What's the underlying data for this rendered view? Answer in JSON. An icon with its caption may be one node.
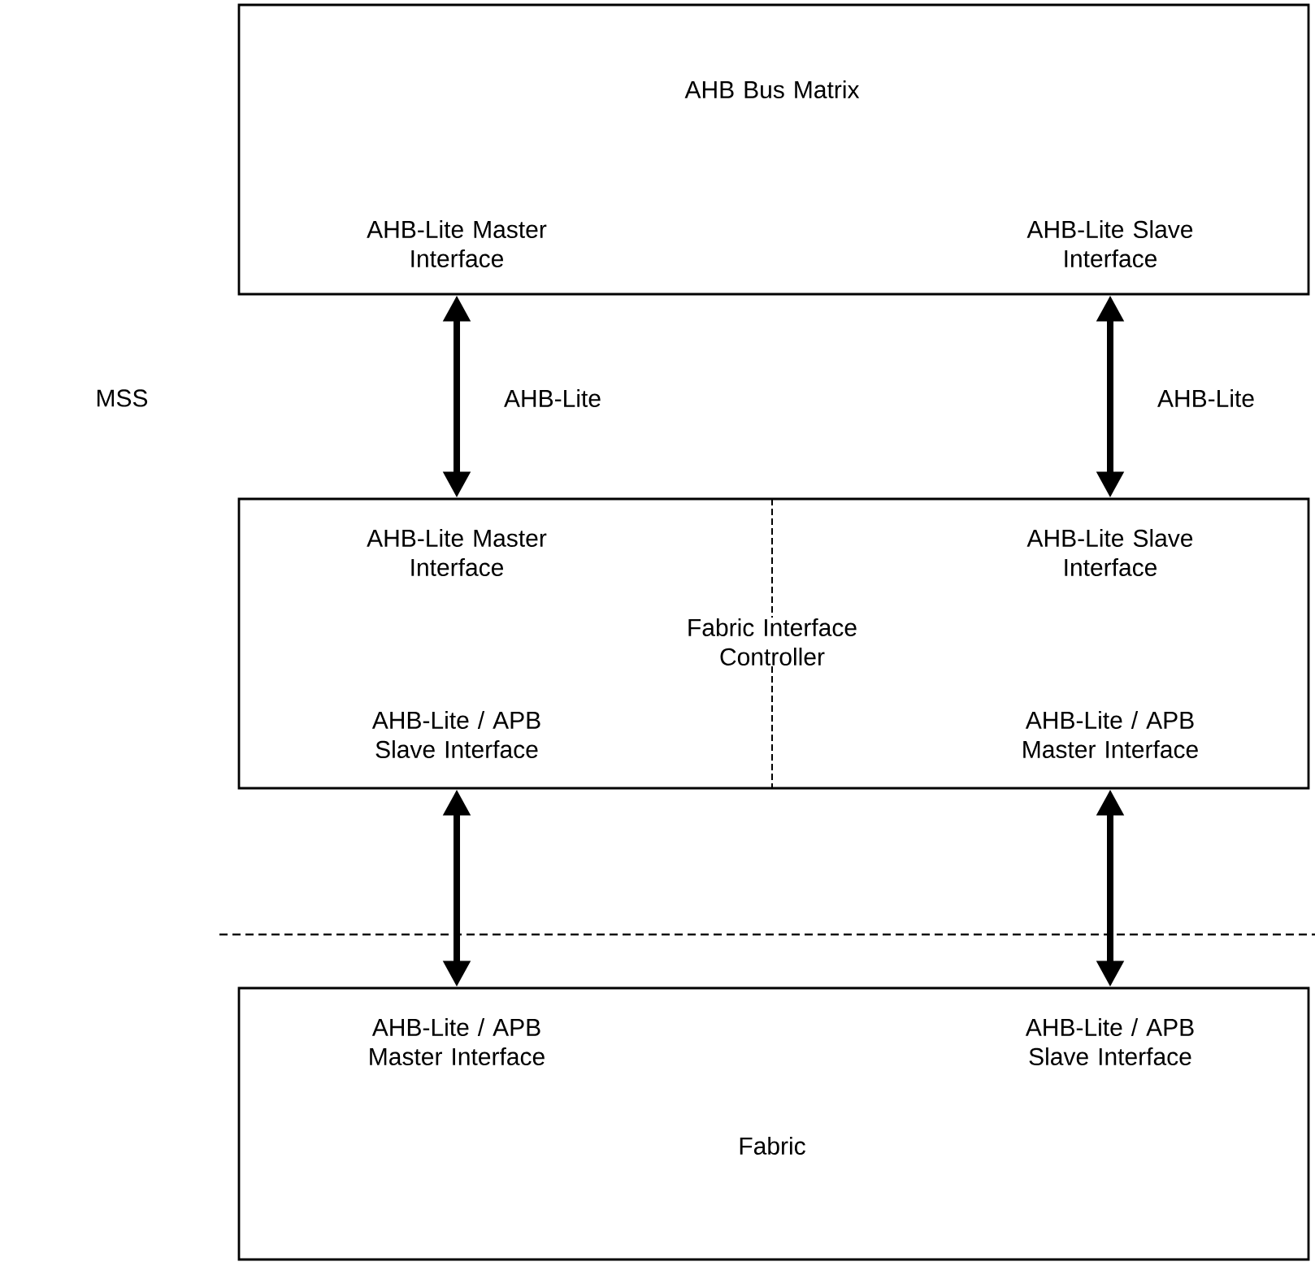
{
  "diagram": {
    "nodes": [
      {
        "text": [
          "AHB Bus Matrix",
          "AHB-Lite Master Interface",
          "AHB-Lite Slave Interface"
        ]
      },
      {
        "text": [
          "AHB-Lite Master Interface",
          "AHB-Lite Slave Interface",
          "Fabric Interface Controller",
          "AHB-Lite / APB Slave Interface",
          "AHB-Lite / APB Master Interface"
        ]
      },
      {
        "text": [
          "AHB-Lite / APB Master Interface",
          "AHB-Lite / APB Slave Interface",
          "Fabric"
        ]
      }
    ],
    "edges": [
      {
        "from": 0,
        "to": 1,
        "arrow": "both",
        "label": "AHB-Lite"
      },
      {
        "from": 0,
        "to": 1,
        "arrow": "both",
        "label": "AHB-Lite"
      },
      {
        "from": 1,
        "to": 2,
        "arrow": "both"
      },
      {
        "from": 1,
        "to": 2,
        "arrow": "both"
      }
    ],
    "labels": [
      "MSS"
    ]
  }
}
